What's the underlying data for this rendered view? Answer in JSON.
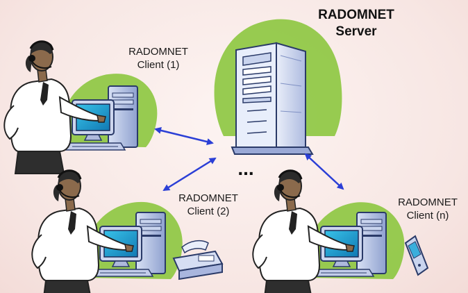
{
  "server": {
    "title_line1": "RADOMNET",
    "title_line2": "Server"
  },
  "clients": [
    {
      "line1": "RADOMNET",
      "line2": "Client (1)",
      "device": "none"
    },
    {
      "line1": "RADOMNET",
      "line2": "Client (2)",
      "device": "fax-machine"
    },
    {
      "line1": "RADOMNET",
      "line2": "Client (n)",
      "device": "mobile-phone"
    }
  ],
  "ellipsis": "...",
  "colors": {
    "blob_green": "#8cc63f",
    "arrow_blue": "#2b3fd6",
    "server_body": "#dfe8f7",
    "monitor_screen": "#1aa0c8"
  },
  "icons": [
    "server-tower-icon",
    "operator-with-headset-icon",
    "desktop-computer-icon",
    "fax-machine-icon",
    "mobile-phone-icon",
    "bidirectional-arrow-icon"
  ]
}
